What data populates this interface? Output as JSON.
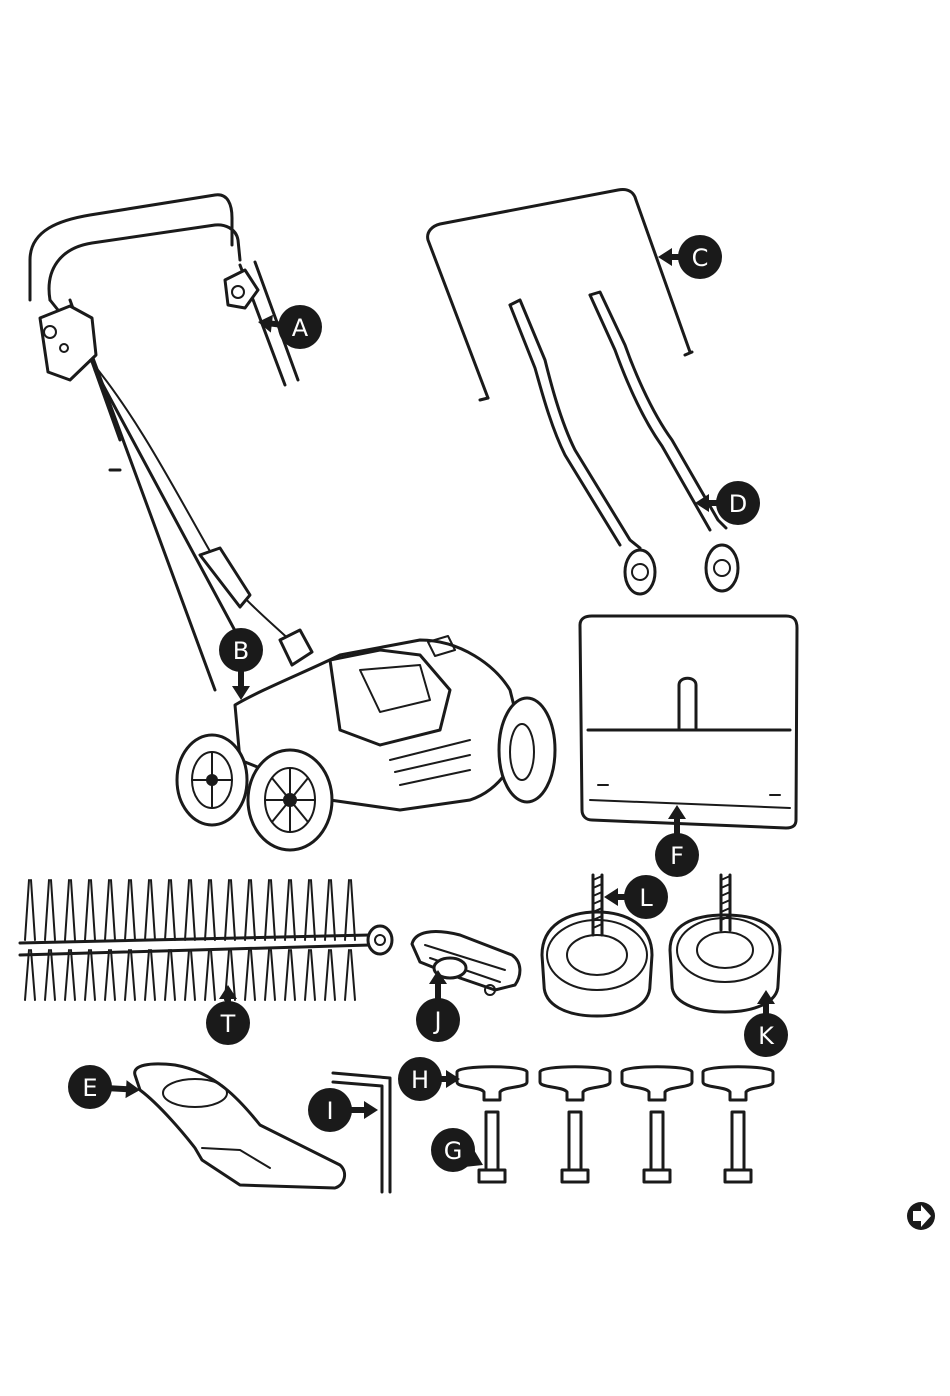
{
  "labels": {
    "A": "A",
    "B": "B",
    "C": "C",
    "D": "D",
    "E": "E",
    "F": "F",
    "G": "G",
    "H": "H",
    "I": "I",
    "J": "J",
    "K": "K",
    "L": "L",
    "T": "T"
  },
  "icons": {
    "next_page": "arrow-right-circle-icon"
  }
}
